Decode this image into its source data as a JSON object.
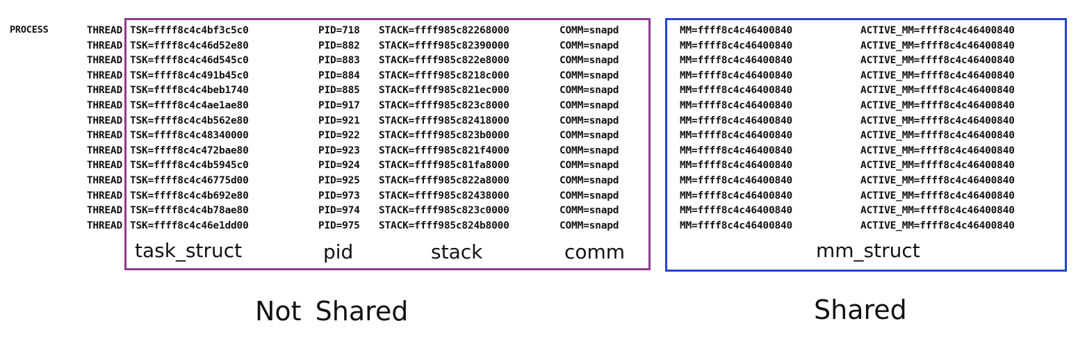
{
  "process_label": "PROCESS",
  "thread_label": "THREAD",
  "threads": [
    {
      "tsk": "TSK=ffff8c4c4bf3c5c0",
      "pid": "PID=718",
      "stack": "STACK=ffff985c82268000",
      "comm": "COMM=snapd",
      "mm": "MM=ffff8c4c46400840",
      "active_mm": "ACTIVE_MM=ffff8c4c46400840"
    },
    {
      "tsk": "TSK=ffff8c4c46d52e80",
      "pid": "PID=882",
      "stack": "STACK=ffff985c82390000",
      "comm": "COMM=snapd",
      "mm": "MM=ffff8c4c46400840",
      "active_mm": "ACTIVE_MM=ffff8c4c46400840"
    },
    {
      "tsk": "TSK=ffff8c4c46d545c0",
      "pid": "PID=883",
      "stack": "STACK=ffff985c822e8000",
      "comm": "COMM=snapd",
      "mm": "MM=ffff8c4c46400840",
      "active_mm": "ACTIVE_MM=ffff8c4c46400840"
    },
    {
      "tsk": "TSK=ffff8c4c491b45c0",
      "pid": "PID=884",
      "stack": "STACK=ffff985c8218c000",
      "comm": "COMM=snapd",
      "mm": "MM=ffff8c4c46400840",
      "active_mm": "ACTIVE_MM=ffff8c4c46400840"
    },
    {
      "tsk": "TSK=ffff8c4c4beb1740",
      "pid": "PID=885",
      "stack": "STACK=ffff985c821ec000",
      "comm": "COMM=snapd",
      "mm": "MM=ffff8c4c46400840",
      "active_mm": "ACTIVE_MM=ffff8c4c46400840"
    },
    {
      "tsk": "TSK=ffff8c4c4ae1ae80",
      "pid": "PID=917",
      "stack": "STACK=ffff985c823c8000",
      "comm": "COMM=snapd",
      "mm": "MM=ffff8c4c46400840",
      "active_mm": "ACTIVE_MM=ffff8c4c46400840"
    },
    {
      "tsk": "TSK=ffff8c4c4b562e80",
      "pid": "PID=921",
      "stack": "STACK=ffff985c82418000",
      "comm": "COMM=snapd",
      "mm": "MM=ffff8c4c46400840",
      "active_mm": "ACTIVE_MM=ffff8c4c46400840"
    },
    {
      "tsk": "TSK=ffff8c4c48340000",
      "pid": "PID=922",
      "stack": "STACK=ffff985c823b0000",
      "comm": "COMM=snapd",
      "mm": "MM=ffff8c4c46400840",
      "active_mm": "ACTIVE_MM=ffff8c4c46400840"
    },
    {
      "tsk": "TSK=ffff8c4c472bae80",
      "pid": "PID=923",
      "stack": "STACK=ffff985c821f4000",
      "comm": "COMM=snapd",
      "mm": "MM=ffff8c4c46400840",
      "active_mm": "ACTIVE_MM=ffff8c4c46400840"
    },
    {
      "tsk": "TSK=ffff8c4c4b5945c0",
      "pid": "PID=924",
      "stack": "STACK=ffff985c81fa8000",
      "comm": "COMM=snapd",
      "mm": "MM=ffff8c4c46400840",
      "active_mm": "ACTIVE_MM=ffff8c4c46400840"
    },
    {
      "tsk": "TSK=ffff8c4c46775d00",
      "pid": "PID=925",
      "stack": "STACK=ffff985c822a8000",
      "comm": "COMM=snapd",
      "mm": "MM=ffff8c4c46400840",
      "active_mm": "ACTIVE_MM=ffff8c4c46400840"
    },
    {
      "tsk": "TSK=ffff8c4c4b692e80",
      "pid": "PID=973",
      "stack": "STACK=ffff985c82438000",
      "comm": "COMM=snapd",
      "mm": "MM=ffff8c4c46400840",
      "active_mm": "ACTIVE_MM=ffff8c4c46400840"
    },
    {
      "tsk": "TSK=ffff8c4c4b78ae80",
      "pid": "PID=974",
      "stack": "STACK=ffff985c823c0000",
      "comm": "COMM=snapd",
      "mm": "MM=ffff8c4c46400840",
      "active_mm": "ACTIVE_MM=ffff8c4c46400840"
    },
    {
      "tsk": "TSK=ffff8c4c46e1dd00",
      "pid": "PID=975",
      "stack": "STACK=ffff985c824b8000",
      "comm": "COMM=snapd",
      "mm": "MM=ffff8c4c46400840",
      "active_mm": "ACTIVE_MM=ffff8c4c46400840"
    }
  ],
  "field_labels": {
    "task_struct": "task_struct",
    "pid": "pid",
    "stack": "stack",
    "comm": "comm",
    "mm_struct": "mm_struct"
  },
  "captions": {
    "not_shared": "Not Shared",
    "shared": "Shared"
  },
  "colors": {
    "not_shared_box": "#8e3a8c",
    "shared_box": "#2343d6"
  }
}
